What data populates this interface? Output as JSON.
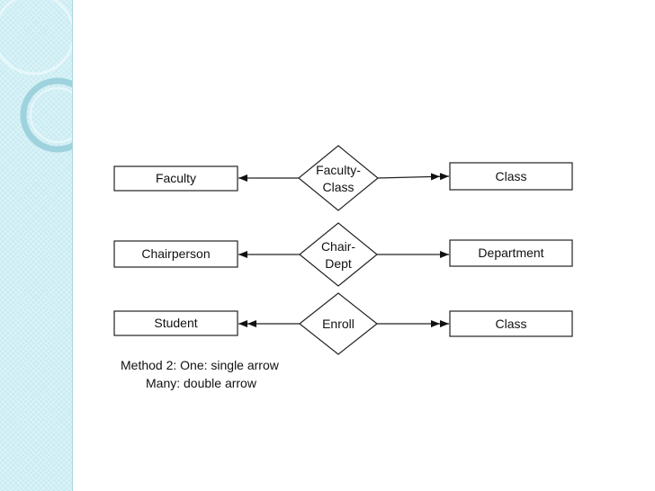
{
  "colors": {
    "side_band": "#c9ecf3",
    "ring": "#9ed2dd",
    "stroke": "#222222",
    "text": "#111111"
  },
  "rows": [
    {
      "left": "Faculty",
      "relation": [
        "Faculty-",
        "Class"
      ],
      "right": "Class",
      "left_arrow": "single",
      "right_arrow": "double"
    },
    {
      "left": "Chairperson",
      "relation": [
        "Chair-",
        "Dept"
      ],
      "right": "Department",
      "left_arrow": "single",
      "right_arrow": "single"
    },
    {
      "left": "Student",
      "relation": [
        "Enroll"
      ],
      "right": "Class",
      "left_arrow": "double",
      "right_arrow": "double"
    }
  ],
  "caption": {
    "line1": "Method 2: One: single arrow",
    "line2": "Many: double arrow"
  }
}
